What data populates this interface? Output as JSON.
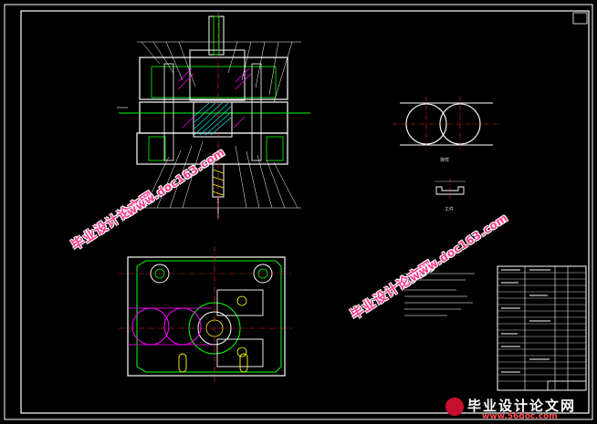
{
  "watermarks": {
    "cn_text": "毕业设计论文网",
    "url_text": "www.doc163.com"
  },
  "footer": {
    "brand_cn": "毕业设计论文网",
    "brand_url": "www.56doc.com"
  },
  "view_labels": {
    "blank_view": "排样",
    "part_view": "工件"
  },
  "colors": {
    "background": "#000000",
    "outline_white": "#ffffff",
    "outline_green": "#00ff00",
    "center_red": "#ff2020",
    "hatch_magenta": "#ff00ff",
    "hatch_cyan": "#00e0ff",
    "yellow": "#ffff00",
    "watermark_pink": "#ff3d8a"
  }
}
